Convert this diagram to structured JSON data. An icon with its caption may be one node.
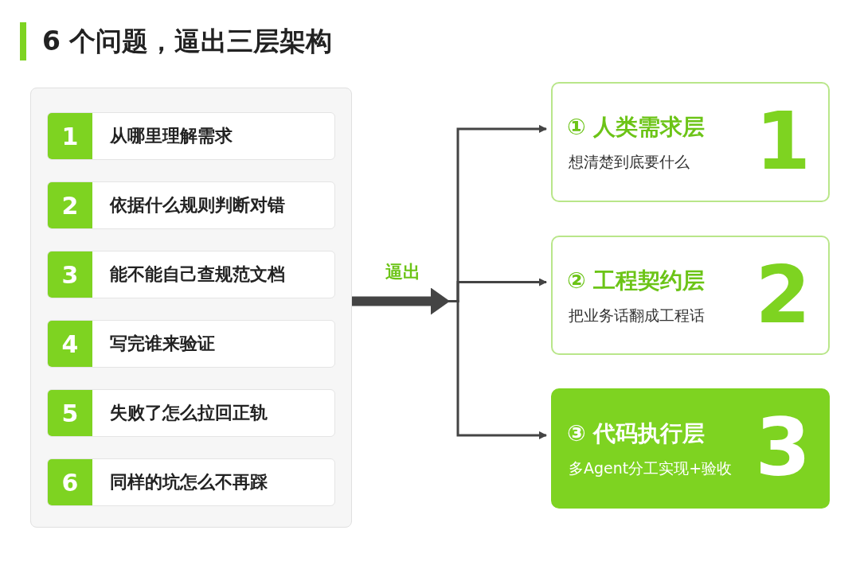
{
  "diagram": {
    "title": "6 个问题，逼出三层架构",
    "nodes": [
      {
        "text": [],
        "shape": "box"
      },
      {
        "text": [
          "1",
          "从哪里理解需求"
        ],
        "in": 0
      },
      {
        "text": [
          "2",
          "依据什么规则判断对错"
        ],
        "in": 0
      },
      {
        "text": [
          "3",
          "能不能自己查规范文档"
        ],
        "in": 0
      },
      {
        "text": [
          "4",
          "写完谁来验证"
        ],
        "in": 0
      },
      {
        "text": [
          "5",
          "失败了怎么拉回正轨"
        ],
        "in": 0
      },
      {
        "text": [
          "6",
          "同样的坑怎么不再踩"
        ],
        "in": 0
      },
      {
        "text": [
          "① 人类需求层",
          "想清楚到底要什么",
          "1"
        ]
      },
      {
        "text": [
          "② 工程契约层",
          "把业务话翻成工程话",
          "2"
        ]
      },
      {
        "text": [
          "③ 代码执行层",
          "多Agent分工实现+验收",
          "3"
        ]
      }
    ],
    "edges": [
      {
        "from": 0,
        "to": 7,
        "arrow": "to"
      },
      {
        "from": 0,
        "to": 8,
        "arrow": "to",
        "label": "逼出"
      },
      {
        "from": 0,
        "to": 9,
        "arrow": "to"
      }
    ]
  }
}
